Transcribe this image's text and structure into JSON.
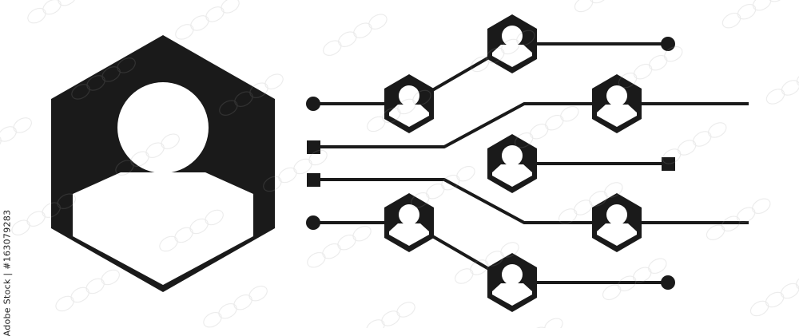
{
  "side_text": "Adobe Stock | #163079283",
  "colors": {
    "ink": "#1a1a1a",
    "background": "#ffffff"
  },
  "icons": {
    "main": "user-profile-hexagon-icon",
    "node": "user-node-hexagon-icon",
    "line_cap_round": "dot-endpoint",
    "line_cap_square": "square-endpoint"
  },
  "network": {
    "node_count": 8,
    "line_count": 6
  }
}
